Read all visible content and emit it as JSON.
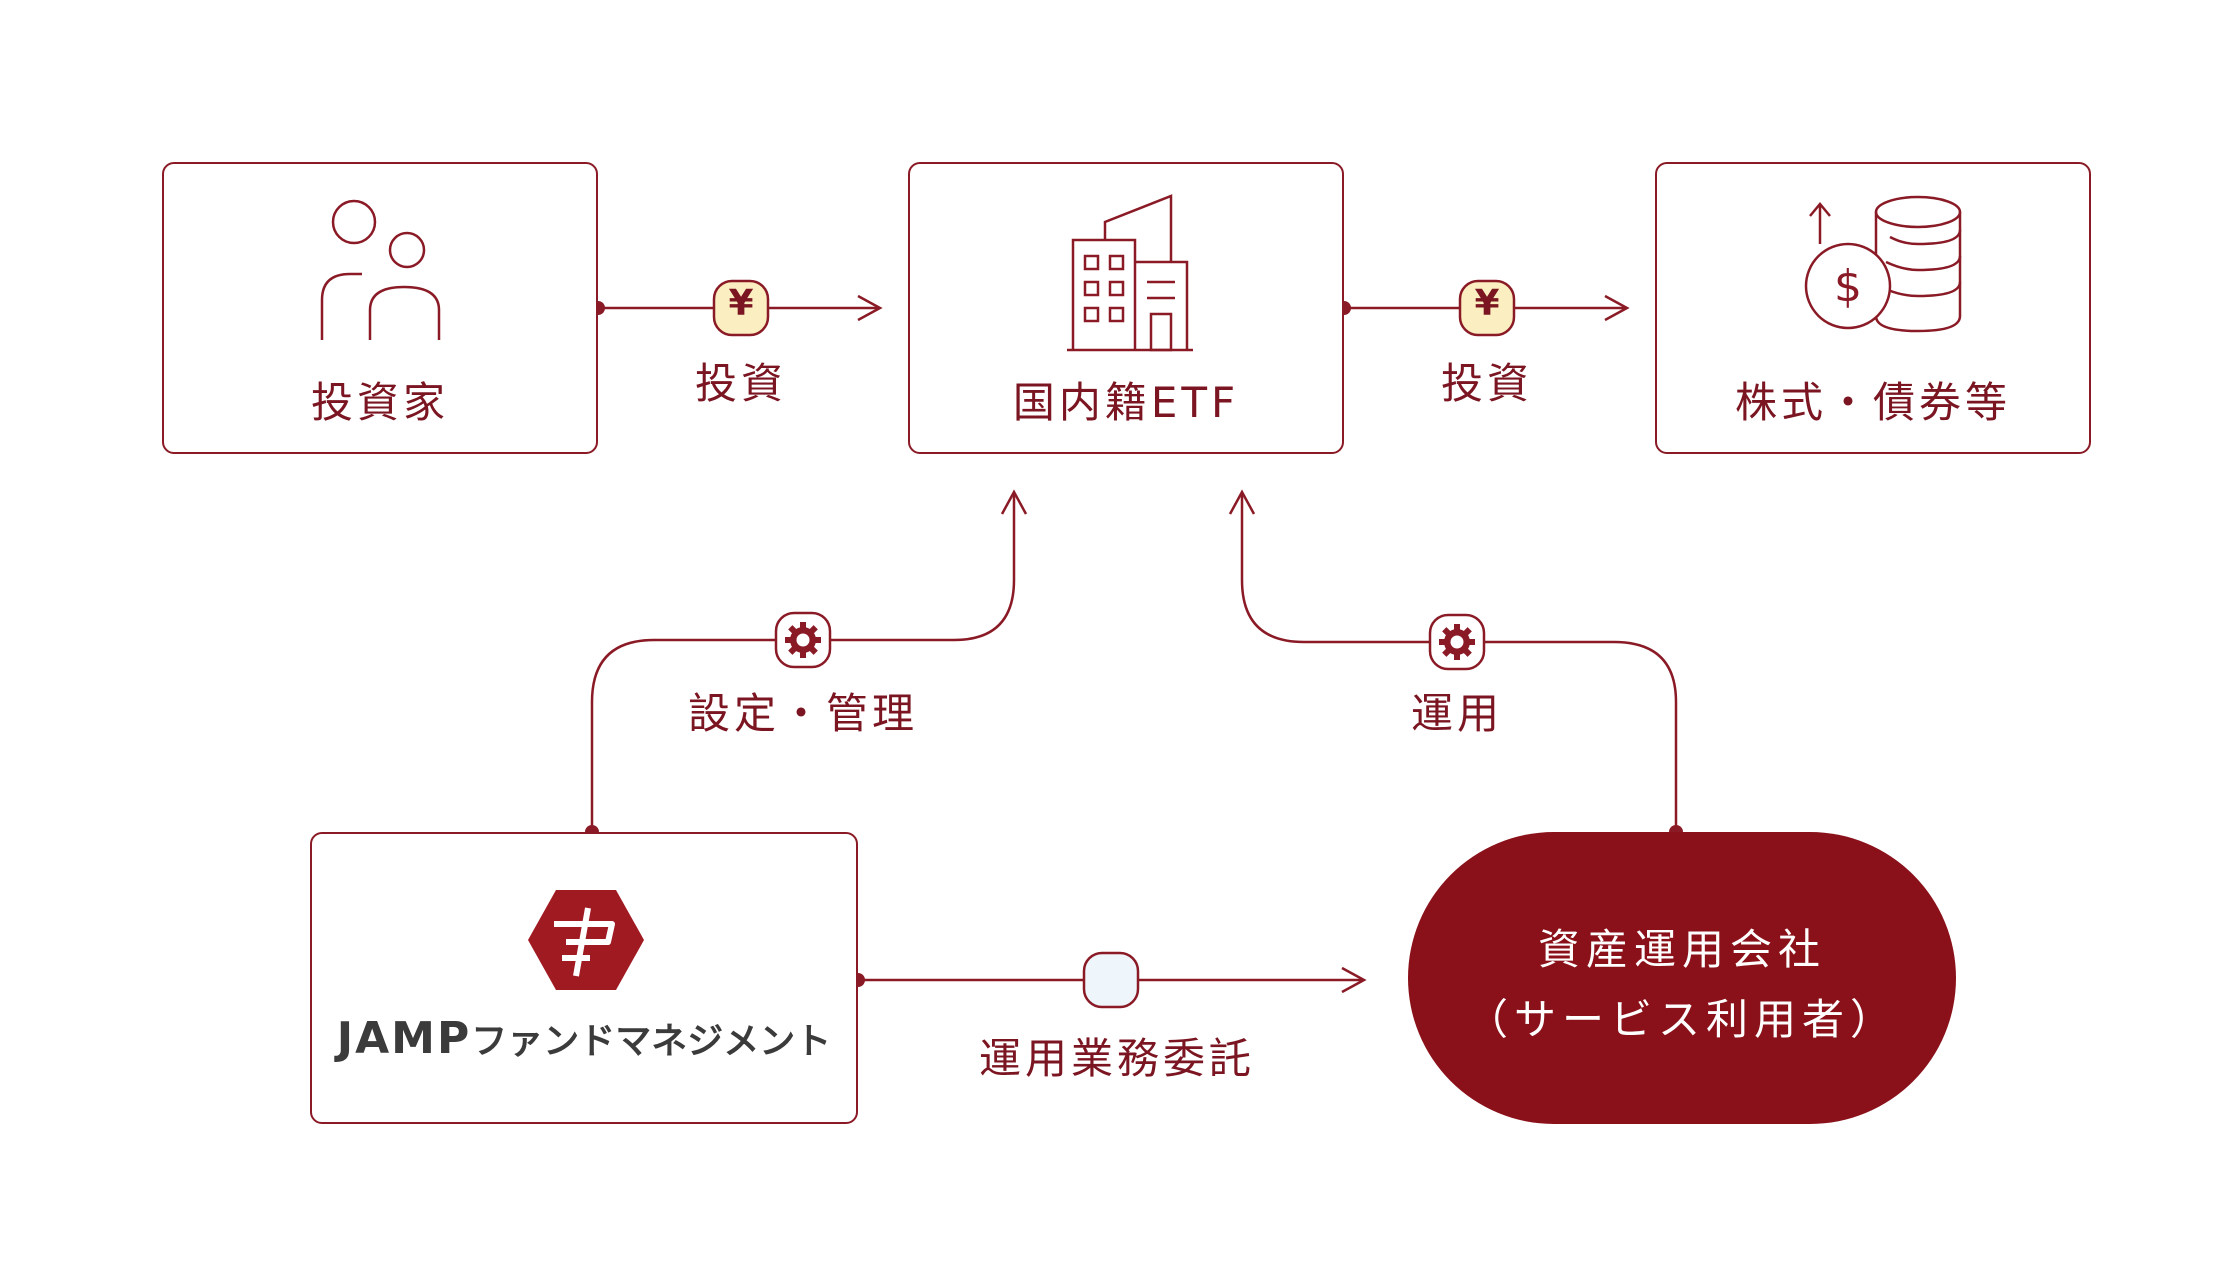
{
  "nodes": {
    "investor": {
      "label": "投資家",
      "icon": "people-icon"
    },
    "etf": {
      "label": "国内籍ETF",
      "icon": "building-icon"
    },
    "securities": {
      "label": "株式・債券等",
      "icon": "coins-dollar-icon"
    },
    "jamp": {
      "logo_en": "JAMP",
      "logo_ja": "ファンドマネジメント",
      "icon": "jamp-logo"
    },
    "asset_manager": {
      "line1": "資産運用会社",
      "line2": "（サービス利用者）"
    }
  },
  "edges": {
    "investor_to_etf": {
      "label": "投資",
      "badge": "¥"
    },
    "etf_to_securities": {
      "label": "投資",
      "badge": "¥"
    },
    "jamp_to_etf": {
      "label": "設定・管理",
      "badge_icon": "gear-icon"
    },
    "manager_to_etf": {
      "label": "運用",
      "badge_icon": "gear-icon"
    },
    "jamp_to_manager": {
      "label": "運用業務委託",
      "badge_icon": "blank-badge"
    }
  },
  "colors": {
    "primary": "#8a1a25",
    "pill_fill": "#8a1119",
    "yen_badge_fill": "#fbeec0",
    "blank_badge_fill": "#eef6fb"
  }
}
